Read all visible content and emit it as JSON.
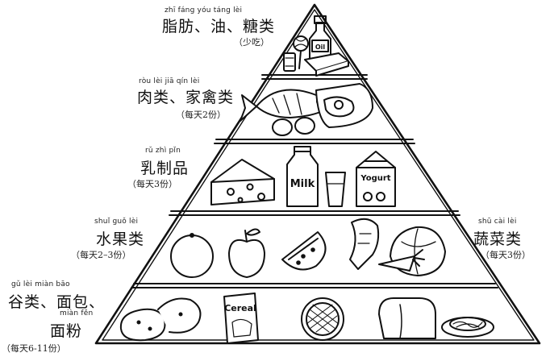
{
  "tiers": [
    {
      "id": "fats",
      "pinyin": "zhī fáng   yóu    táng lèi",
      "name": "脂肪、油、糖类",
      "serving": "（少吃）",
      "items": [
        {
          "icon": "oil-bottle-icon",
          "text": "Oil"
        },
        {
          "icon": "candy-icon"
        },
        {
          "icon": "soda-can-icon"
        },
        {
          "icon": "butter-icon"
        }
      ]
    },
    {
      "id": "meat",
      "pinyin": "ròu lèi      jiā qín lèi",
      "name": "肉类、家禽类",
      "serving": "（每天2份）",
      "items": [
        {
          "icon": "fish-icon"
        },
        {
          "icon": "eggs-icon"
        },
        {
          "icon": "steak-icon"
        }
      ]
    },
    {
      "id": "dairy",
      "pinyin": "rǔ  zhì  pǐn",
      "name": "乳制品",
      "serving": "（每天3份）",
      "items": [
        {
          "icon": "cheese-icon"
        },
        {
          "icon": "milk-bottle-icon",
          "text": "Milk"
        },
        {
          "icon": "glass-icon"
        },
        {
          "icon": "yogurt-carton-icon",
          "text": "Yogurt"
        }
      ]
    },
    {
      "id": "fruit",
      "pinyin": "shuǐ guǒ lèi",
      "name": "水果类",
      "serving": "（每天2–3份）",
      "items": [
        {
          "icon": "orange-icon"
        },
        {
          "icon": "apple-icon"
        },
        {
          "icon": "watermelon-icon"
        }
      ]
    },
    {
      "id": "veg",
      "pinyin": "shū cài  lèi",
      "name": "蔬菜类",
      "serving": "（每天3份）",
      "items": [
        {
          "icon": "corn-icon"
        },
        {
          "icon": "carrot-icon"
        },
        {
          "icon": "cabbage-icon"
        }
      ]
    },
    {
      "id": "grains",
      "pinyin": "gǔ   lèi     miàn bāo",
      "name": "谷类、面包、",
      "pinyin2": "miàn fěn",
      "name2": "面粉",
      "serving": "（每天6-11份）",
      "items": [
        {
          "icon": "potato-icon"
        },
        {
          "icon": "cereal-box-icon",
          "text": "Cereal"
        },
        {
          "icon": "waffle-icon"
        },
        {
          "icon": "bread-icon"
        },
        {
          "icon": "pasta-icon"
        }
      ]
    }
  ]
}
